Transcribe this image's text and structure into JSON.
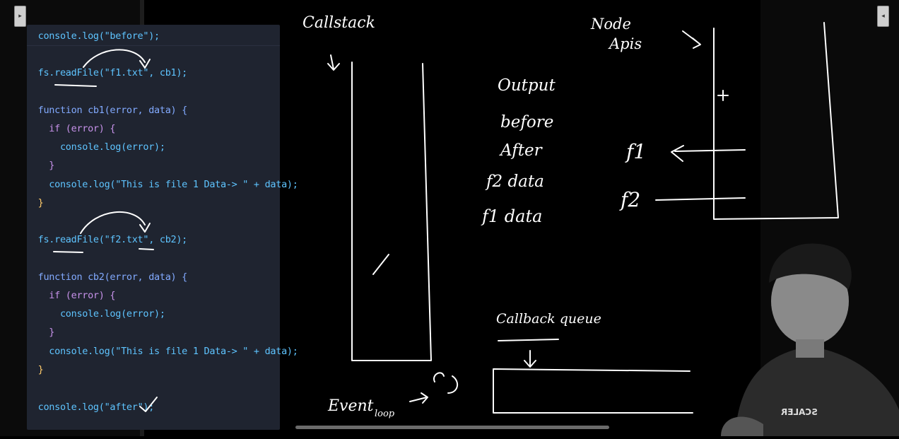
{
  "code": {
    "lines": [
      [
        "console.log(\"before\");"
      ],
      [
        "fs.readFile(\"f1.txt\", cb1);"
      ],
      [
        "function cb1(error, data) {"
      ],
      [
        "  if (error) {"
      ],
      [
        "    console.log(error);"
      ],
      [
        "  }"
      ],
      [
        "  console.log(\"This is file 1 Data-> \" + data);"
      ],
      [
        "}"
      ],
      [
        "fs.readFile(\"f2.txt\", cb2);"
      ],
      [
        "function cb2(error, data) {"
      ],
      [
        "  if (error) {"
      ],
      [
        "    console.log(error);"
      ],
      [
        "  }"
      ],
      [
        "  console.log(\"This is file 1 Data-> \" + data);"
      ],
      [
        "}"
      ],
      [
        "console.log(\"after\");"
      ]
    ]
  },
  "whiteboard": {
    "call_stack_label": "Callstack",
    "node_apis_label_1": "Node",
    "node_apis_label_2": "Apis",
    "output_title": "Output",
    "output_lines": [
      "before",
      "After",
      "f2 data",
      "f1 data"
    ],
    "api_f1": "f1",
    "api_f2": "f2",
    "callback_queue_label": "Callback queue",
    "event_loop_label_1": "Event",
    "event_loop_label_2": "loop",
    "check_mark": "✓"
  },
  "presenter": {
    "shirt_text": "SCALER"
  },
  "colors": {
    "code_bg": "#1f2430",
    "board_bg": "#000000",
    "ink": "#ffffff"
  }
}
